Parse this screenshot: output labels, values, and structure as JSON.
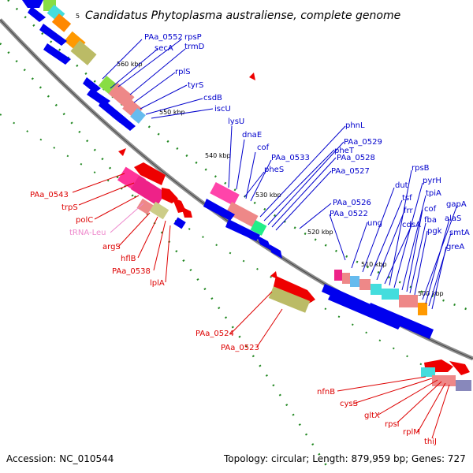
{
  "header": {
    "index": "5",
    "title": "Candidatus Phytoplasma australiense, complete genome"
  },
  "footer": {
    "accession": "Accession: NC_010544",
    "summary": "Topology: circular; Length: 879,959 bp; Genes: 727"
  },
  "colors": {
    "backbone": "#8c8c8c",
    "forward_label": "#0000cc",
    "reverse_label": "#dd0000",
    "trna_label": "#ee88cc",
    "tick": "#228822"
  },
  "kbp_marks": [
    "560 kbp",
    "550 kbp",
    "540 kbp",
    "530 kbp",
    "520 kbp",
    "510 kbp",
    "500 kbp"
  ],
  "forward_genes": [
    "PAa_0552",
    "rpsP",
    "secA",
    "trmD",
    "rplS",
    "tyrS",
    "csdB",
    "iscU",
    "lysU",
    "dnaE",
    "cof",
    "PAa_0533",
    "pheS",
    "pheT",
    "phnL",
    "PAa_0529",
    "PAa_0528",
    "PAa_0527",
    "PAa_0526",
    "PAa_0522",
    "ung",
    "dut",
    "tsf",
    "frr",
    "cdsA",
    "rpsB",
    "pyrH",
    "tpiA",
    "cof",
    "fba",
    "pgk",
    "gapA",
    "alaS",
    "smtA",
    "greA"
  ],
  "reverse_genes": [
    "PAa_0543",
    "trpS",
    "polC",
    "argS",
    "hflB",
    "PAa_0538",
    "lplA",
    "PAa_0524",
    "PAa_0523",
    "nfnB",
    "cysS",
    "gltX",
    "rpsI",
    "rplM",
    "thiJ"
  ],
  "trna_genes": [
    "tRNA-Leu"
  ]
}
